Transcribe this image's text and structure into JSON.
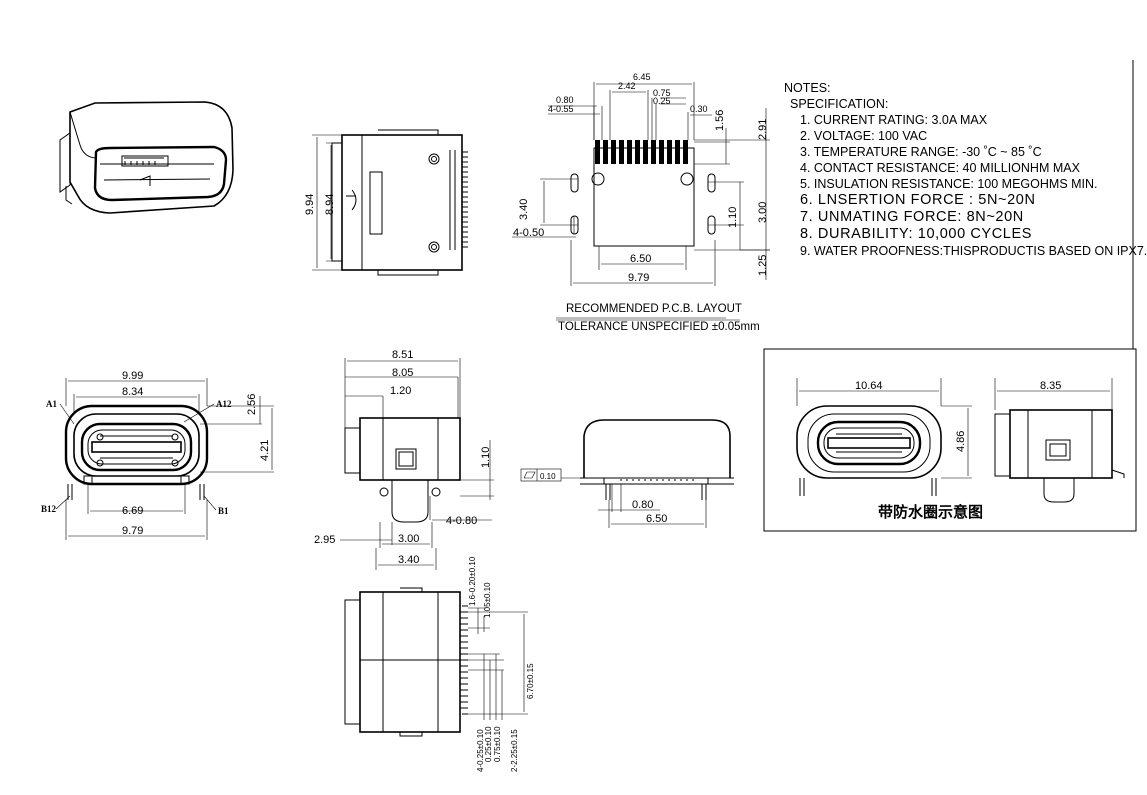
{
  "notes": {
    "title": "NOTES:",
    "spec": "SPECIFICATION:",
    "items": [
      "1. CURRENT RATING: 3.0A MAX",
      "2. VOLTAGE: 100 VAC",
      "3. TEMPERATURE RANGE: -30 ˚C ~ 85 ˚C",
      "4. CONTACT RESISTANCE: 40 MILLIONHM MAX",
      "5. INSULATION RESISTANCE: 100 MEGOHMS MIN.",
      "6. LNSERTION FORCE : 5N~20N",
      "7. UNMATING FORCE: 8N~20N",
      "8. DURABILITY:   10,000 CYCLES",
      "9. WATER PROOFNESS:THISPRODUCTIS BASED ON IPX7."
    ]
  },
  "pcb": {
    "title": "RECOMMENDED  P.C.B. LAYOUT",
    "tolerance": "TOLERANCE UNSPECIFIED ±0.05mm",
    "dims": {
      "d645": "6.45",
      "d242": "2.42",
      "d075": "0.75",
      "d025": "0.25",
      "d080": "0.80",
      "d4055": "4-0.55",
      "d030": "0.30",
      "d156": "1.56",
      "d291": "2.91",
      "d340": "3.40",
      "d4050": "4-0.50",
      "d110": "1.10",
      "d300": "3.00",
      "d125": "1.25",
      "d650": "6.50",
      "d979": "9.79"
    }
  },
  "side_top": {
    "d994": "9.94",
    "d894": "8.94"
  },
  "front": {
    "d999": "9.99",
    "d834": "8.34",
    "d256": "2.56",
    "d421": "4.21",
    "d669": "6.69",
    "d979": "9.79",
    "pin_a1": "A1",
    "pin_a12": "A12",
    "pin_b12": "B12",
    "pin_b1": "B1"
  },
  "side": {
    "d851": "8.51",
    "d805": "8.05",
    "d120": "1.20",
    "d110": "1.10",
    "d4080": "4-0.80",
    "d295": "2.95",
    "d300": "3.00",
    "d340": "3.40"
  },
  "rear": {
    "flat_tol": "0.10",
    "d080": "0.80",
    "d650": "6.50"
  },
  "bottom": {
    "t1": "1.6-0.20±0.10",
    "t2": "1.05±0.10",
    "t3": "6.70±0.15",
    "t4": "4-0.25±0.10",
    "t5": "0.25±0.10",
    "t6": "0.75±0.10",
    "t7": "2-2.25±0.15"
  },
  "waterproof": {
    "d1064": "10.64",
    "d835": "8.35",
    "d486": "4.86",
    "label": "带防水圈示意图"
  }
}
